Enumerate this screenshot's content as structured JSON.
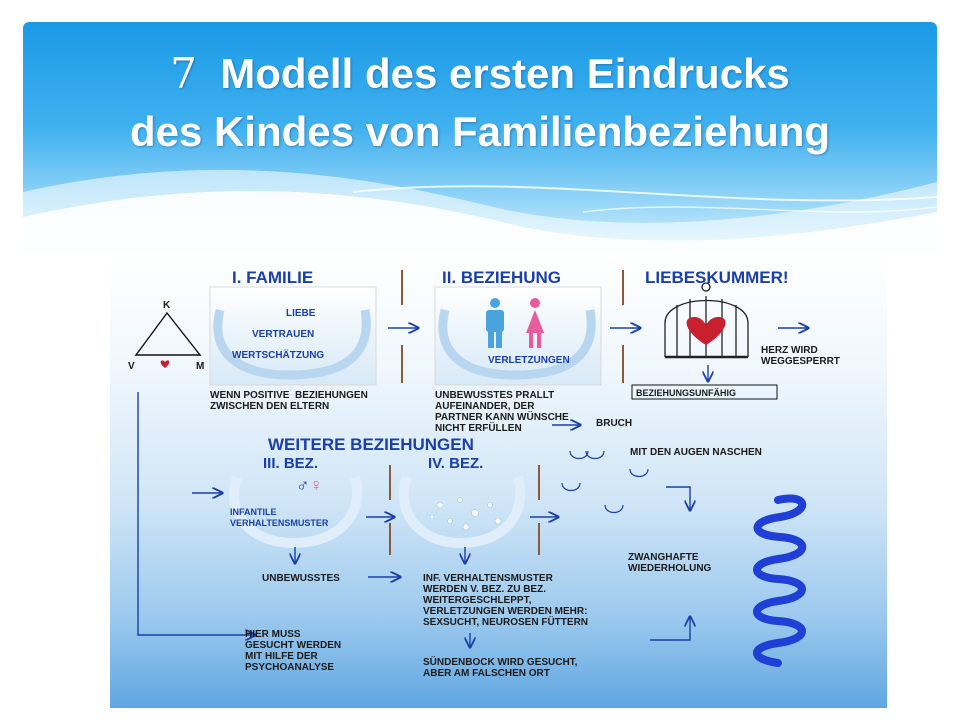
{
  "slide": {
    "number": "7",
    "title_line1": "Modell des ersten Eindrucks",
    "title_line2": "des Kindes von Familienbeziehung"
  },
  "triangle": {
    "top": "K",
    "left": "V",
    "right": "M"
  },
  "sections": {
    "familie": {
      "heading": "I. FAMILIE",
      "bowl_words": [
        "LIEBE",
        "VERTRAUEN",
        "WERTSCHÄTZUNG"
      ],
      "caption": "WENN POSITIVE  BEZIEHUNGEN\nZWISCHEN DEN ELTERN"
    },
    "beziehung": {
      "heading": "II. BEZIEHUNG",
      "bowl_word": "VERLETZUNGEN",
      "caption": "UNBEWUSSTES PRALLT\nAUFEINANDER, DER\nPARTNER KANN WÜNSCHE\nNICHT ERFÜLLEN",
      "bruch": "BRUCH"
    },
    "liebeskummer": {
      "heading": "LIEBESKUMMER!",
      "side_text": "HERZ WIRD\nWEGGESPERRT",
      "box_text": "BEZIEHUNGSUNFÄHIG"
    },
    "weitere": {
      "heading": "WEITERE BEZIEHUNGEN",
      "bez3": "III. BEZ.",
      "bez4": "IV. BEZ.",
      "bowl_text": "INFANTILE\nVERHALTENSMUSTER",
      "unbewusstes": "UNBEWUSSTES",
      "inf_text": "INF. VERHALTENSMUSTER\nWERDEN V. BEZ. ZU BEZ.\nWEITERGESCHLEPPT,\nVERLETZUNGEN WERDEN MEHR:\nSEXSUCHT, NEUROSEN FÜTTERN",
      "suendenbock": "SÜNDENBOCK WIRD GESUCHT,\nABER AM FALSCHEN ORT",
      "hier_muss": "HIER MUSS\nGESUCHT WERDEN\nMIT HILFE DER\nPSYCHOANALYSE",
      "augen": "MIT DEN AUGEN NASCHEN",
      "zwang": "ZWANGHAFTE\nWIEDERHOLUNG"
    }
  },
  "colors": {
    "header_blue": "#1b9ae6",
    "diagram_blue": "#1a3fa8",
    "spiral_blue": "#1f3fd6",
    "heart_red": "#c8202e",
    "divider_brown": "#8a5a3a",
    "male_blue": "#4aa3dc",
    "female_pink": "#e85b9c"
  }
}
